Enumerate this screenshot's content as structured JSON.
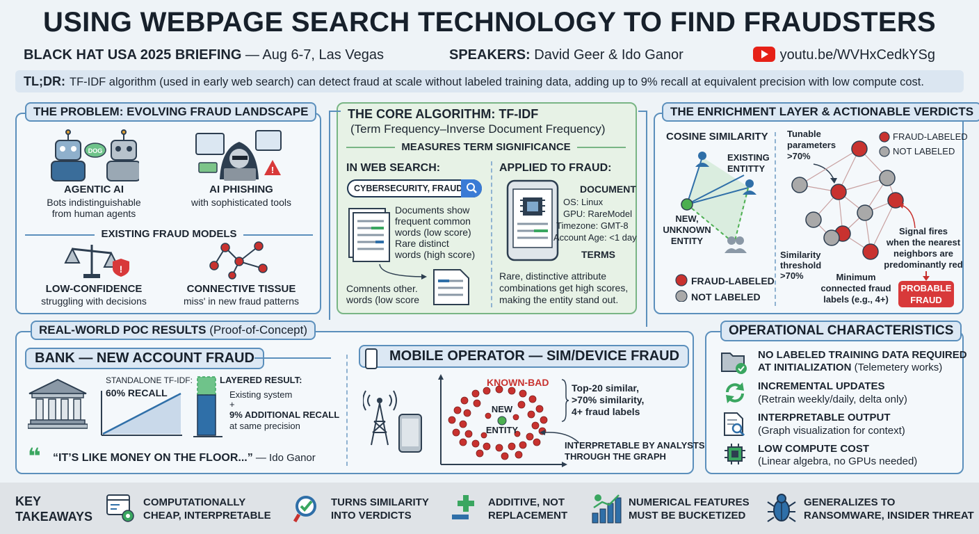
{
  "header": {
    "title": "USING WEBPAGE SEARCH TECHNOLOGY TO FIND FRAUDSTERS",
    "briefing_label": "BLACK HAT USA 2025 BRIEFING",
    "briefing_detail": " — Aug 6-7, Las Vegas",
    "speakers_label": "SPEAKERS:",
    "speakers": " David Geer & Ido Ganor",
    "video_link": "youtu.be/WVHxCedkYSg",
    "tldr_label": "TL;DR:",
    "tldr_text": "TF-IDF algorithm (used in early web search) can detect fraud at scale without labeled training data, adding up to 9% recall at equivalent precision with low compute cost."
  },
  "problem": {
    "title": "THE PROBLEM: EVOLVING FRAUD LANDSCAPE",
    "bot_bubble": "DOG",
    "agentic_title": "AGENTIC AI",
    "agentic_desc1": "Bots indistinguishable",
    "agentic_desc2": "from human agents",
    "phishing_title": "AI PHISHING",
    "phishing_desc": "with sophisticated tools",
    "existing_models": "EXISTING FRAUD MODELS",
    "lowconf_title": "LOW-CONFIDENCE",
    "lowconf_desc": "struggling with decisions",
    "tissue_title": "CONNECTIVE TISSUE",
    "tissue_desc": "miss' in new fraud patterns"
  },
  "algorithm": {
    "title": "THE CORE ALGORITHM: TF-IDF",
    "subtitle": "(Term Frequency–Inverse Document Frequency)",
    "measures": "MEASURES TERM SIGNIFICANCE",
    "web_title": "IN WEB SEARCH:",
    "search_query": "CYBERSECURITY, FRAUD",
    "docs1": "Documents show",
    "docs2": "frequent common",
    "docs3": "words (low score)",
    "rare1": "Rare distinct",
    "rare2": "words (high score)",
    "comments1": "Comnents other.",
    "comments2": "words (low score",
    "fraud_title": "APPLIED TO FRAUD:",
    "document": "DOCUMENT",
    "os": "OS: Linux",
    "gpu": "GPU: RareModel",
    "timezone": "Timezone: GMT-8",
    "account_age": "Account Age: <1 day",
    "terms": "TERMS",
    "rare_attr1": "Rare, distinctive attribute",
    "rare_attr2": "combinations get high scores,",
    "rare_attr3": "making the entity stand out."
  },
  "enrichment": {
    "title": "THE ENRICHMENT LAYER & ACTIONABLE VERDICTS",
    "cosine": "COSINE SIMILARITY",
    "existing1": "EXISTING",
    "existing2": "ENTITTY",
    "new1": "NEW,",
    "new2": "UNKNOWN",
    "new3": "ENTITY",
    "legend_fraud": "FRAUD-LABELED",
    "legend_not": "NOT LABELED",
    "tunable1": "Tunable",
    "tunable2": "parameters",
    "tunable3": ">70%",
    "legend2_fraud": "FRAUD-LABELED",
    "legend2_not": "NOT LABELED",
    "signal1": "Signal fires",
    "signal2": "when the nearest",
    "signal3": "neighbors are",
    "signal4": "predominantly red",
    "sim1": "Similarity",
    "sim2": "threshold",
    "sim3": ">70%",
    "min1": "Minimum",
    "min2": "connected fraud",
    "min3": "labels (e.g., 4+)",
    "verdict1": "PROBABLE",
    "verdict2": "FRAUD"
  },
  "poc": {
    "title": "REAL-WORLD POC RESULTS",
    "title_suffix": " (Proof-of-Concept)",
    "bank_title": "BANK — NEW ACCOUNT FRAUD",
    "standalone": "STANDALONE TF-IDF:",
    "recall60": "60% RECALL",
    "layered": "LAYERED RESULT:",
    "existing_sys": "Existing system",
    "plus": "+",
    "additional": "9% ADDITIONAL RECALL",
    "same_precision": "at same precision",
    "quote": "“IT’S LIKE MONEY ON THE FLOOR...”",
    "quote_author": " — Ido Ganor",
    "mobile_title": "MOBILE OPERATOR — SIM/DEVICE FRAUD",
    "known_bad": "KNOWN-BAD",
    "new_label": "NEW",
    "entity_label": "ENTITY",
    "top20_1": "Top-20 similar,",
    "top20_2": ">70% similarity,",
    "top20_3": "4+ fraud labels",
    "interp1": "INTERPRETABLE BY ANALYSTS",
    "interp2": "THROUGH THE GRAPH"
  },
  "operational": {
    "title": "OPERATIONAL CHARACTERISTICS",
    "items": [
      {
        "title": "NO LABELED TRAINING DATA REQUIRED",
        "title2": "AT INITIALIZATION",
        "desc": " (Telemetery works)"
      },
      {
        "title": "INCREMENTAL UPDATES",
        "desc": "(Retrain weekly/daily, delta only)"
      },
      {
        "title": "INTERPRETABLE OUTPUT",
        "desc": "(Graph visualization for context)"
      },
      {
        "title": "LOW COMPUTE COST",
        "desc": "(Linear algebra, no GPUs needed)"
      }
    ]
  },
  "takeaways": {
    "label1": "KEY",
    "label2": "TAKEAWAYS",
    "items": [
      {
        "l1": "COMPUTATIONALLY",
        "l2": "CHEAP, INTERPRETABLE"
      },
      {
        "l1": "TURNS SIMILARITY",
        "l2": "INTO VERDICTS"
      },
      {
        "l1": "ADDITIVE, NOT",
        "l2": "REPLACEMENT"
      },
      {
        "l1": "NUMERICAL FEATURES",
        "l2": "MUST BE BUCKETIZED"
      },
      {
        "l1": "GENERALIZES TO",
        "l2": "RANSOMWARE, INSIDER THREAT"
      }
    ]
  },
  "colors": {
    "red": "#c8322f",
    "blue": "#2f6fa8",
    "green": "#4caf50",
    "gray": "#a9a9a9",
    "border": "#5b8fbc"
  }
}
